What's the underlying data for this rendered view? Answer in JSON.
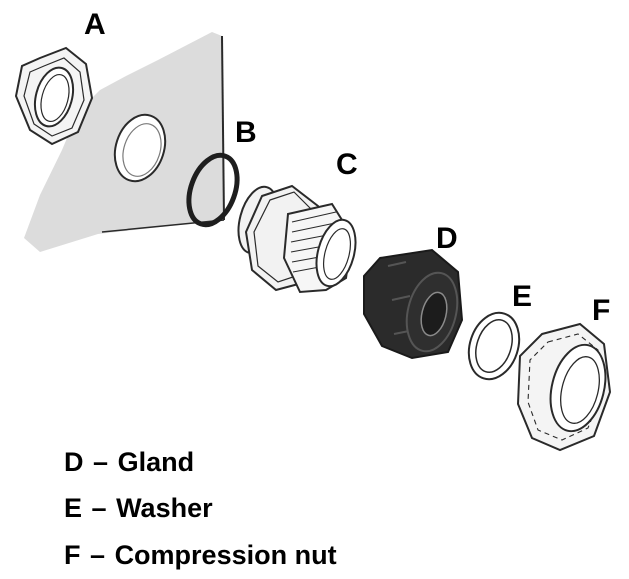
{
  "labels": {
    "a": "A",
    "b": "B",
    "c": "C",
    "d": "D",
    "e": "E",
    "f": "F"
  },
  "legend": [
    {
      "letter": "D",
      "sep": "–",
      "text": "Gland"
    },
    {
      "letter": "E",
      "sep": "–",
      "text": "Washer"
    },
    {
      "letter": "F",
      "sep": "–",
      "text": "Compression nut"
    }
  ],
  "colors": {
    "panel": "#dcdcdc",
    "outline": "#2a2a2a",
    "gland": "#2b2b2b"
  }
}
